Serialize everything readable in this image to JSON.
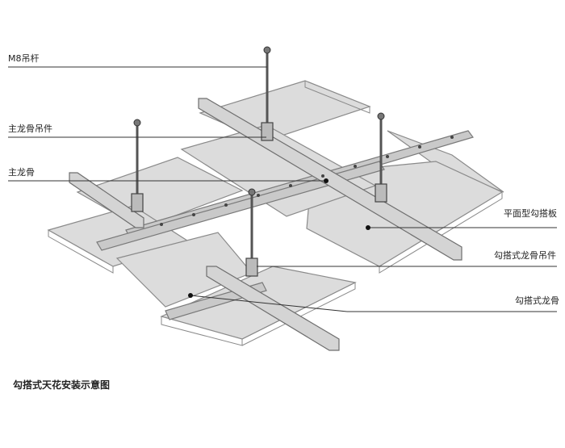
{
  "diagram": {
    "caption": "勾搭式天花安装示意图",
    "callouts": {
      "m8_hanger_rod": "M8吊杆",
      "main_runner_hanger": "主龙骨吊件",
      "main_runner": "主龙骨",
      "flat_hook_panel": "平面型勾搭板",
      "hook_runner_hanger": "勾搭式龙骨吊件",
      "hook_runner": "勾搭式龙骨"
    },
    "colors": {
      "panel_fill": "#dcdcdc",
      "panel_edge": "#8a8a8a",
      "runner_fill": "#c9c9c9",
      "runner_dark": "#7a7a7a",
      "leader_line": "#333333",
      "rod": "#555555"
    }
  }
}
